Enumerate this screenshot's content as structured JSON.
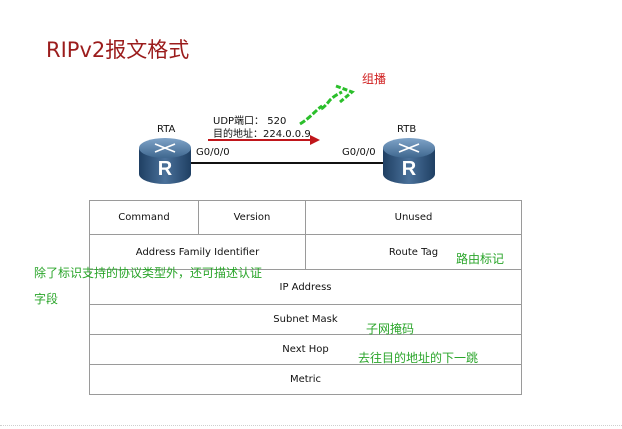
{
  "title": "RIPv2报文格式",
  "annotation_multicast": "组播",
  "udp_info": {
    "port_line": "UDP端口： 520",
    "dest_line": "目的地址：224.0.0.9"
  },
  "routers": {
    "left": {
      "name": "RTA",
      "interface": "G0/0/0",
      "icon_letter": "R"
    },
    "right": {
      "name": "RTB",
      "interface": "G0/0/0",
      "icon_letter": "R"
    }
  },
  "packet": {
    "row1": {
      "command": "Command",
      "version": "Version",
      "unused": "Unused"
    },
    "row2": {
      "afi": "Address Family Identifier",
      "route_tag": "Route Tag"
    },
    "ip_address": "IP Address",
    "subnet_mask": "Subnet Mask",
    "next_hop": "Next Hop",
    "metric": "Metric"
  },
  "annotations": {
    "afi_note_line1": "除了标识支持的协议类型外，还可描述认证",
    "afi_note_line2": "字段",
    "route_tag_note": "路由标记",
    "subnet_note": "子网掩码",
    "next_hop_note": "去往目的地址的下一跳"
  },
  "colors": {
    "title": "#9b1c1c",
    "arrow": "#c0161b",
    "green_annotation": "#2aa52a",
    "router_body": "#2d4f73"
  }
}
